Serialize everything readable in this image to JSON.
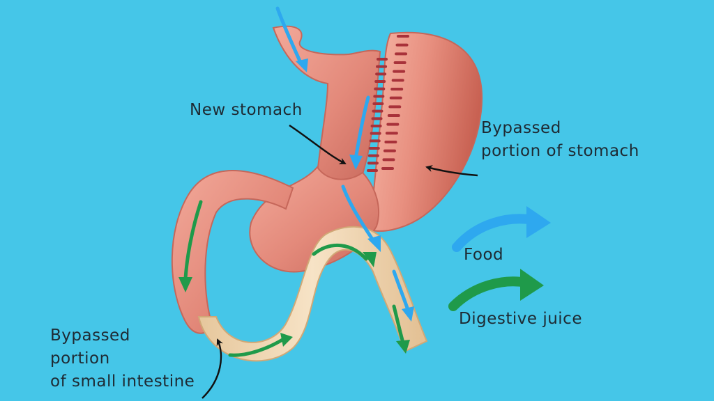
{
  "labels": {
    "new_stomach": "New stomach",
    "bypassed_stomach": [
      "Bypassed",
      "portion of stomach"
    ],
    "bypassed_intestine": [
      "Bypassed",
      "portion",
      "of small intestine"
    ]
  },
  "legend": {
    "food": "Food",
    "digestive_juice": "Digestive juice"
  },
  "colors": {
    "background": "#45c6e8",
    "food_arrow": "#2ea8ef",
    "juice_arrow": "#1f9a4a",
    "stomach_tissue": "#e08a7a",
    "intestine": "#f1d6b0",
    "staple_line": "#a8323a",
    "pointer": "#111111",
    "text": "#1e2a33"
  }
}
